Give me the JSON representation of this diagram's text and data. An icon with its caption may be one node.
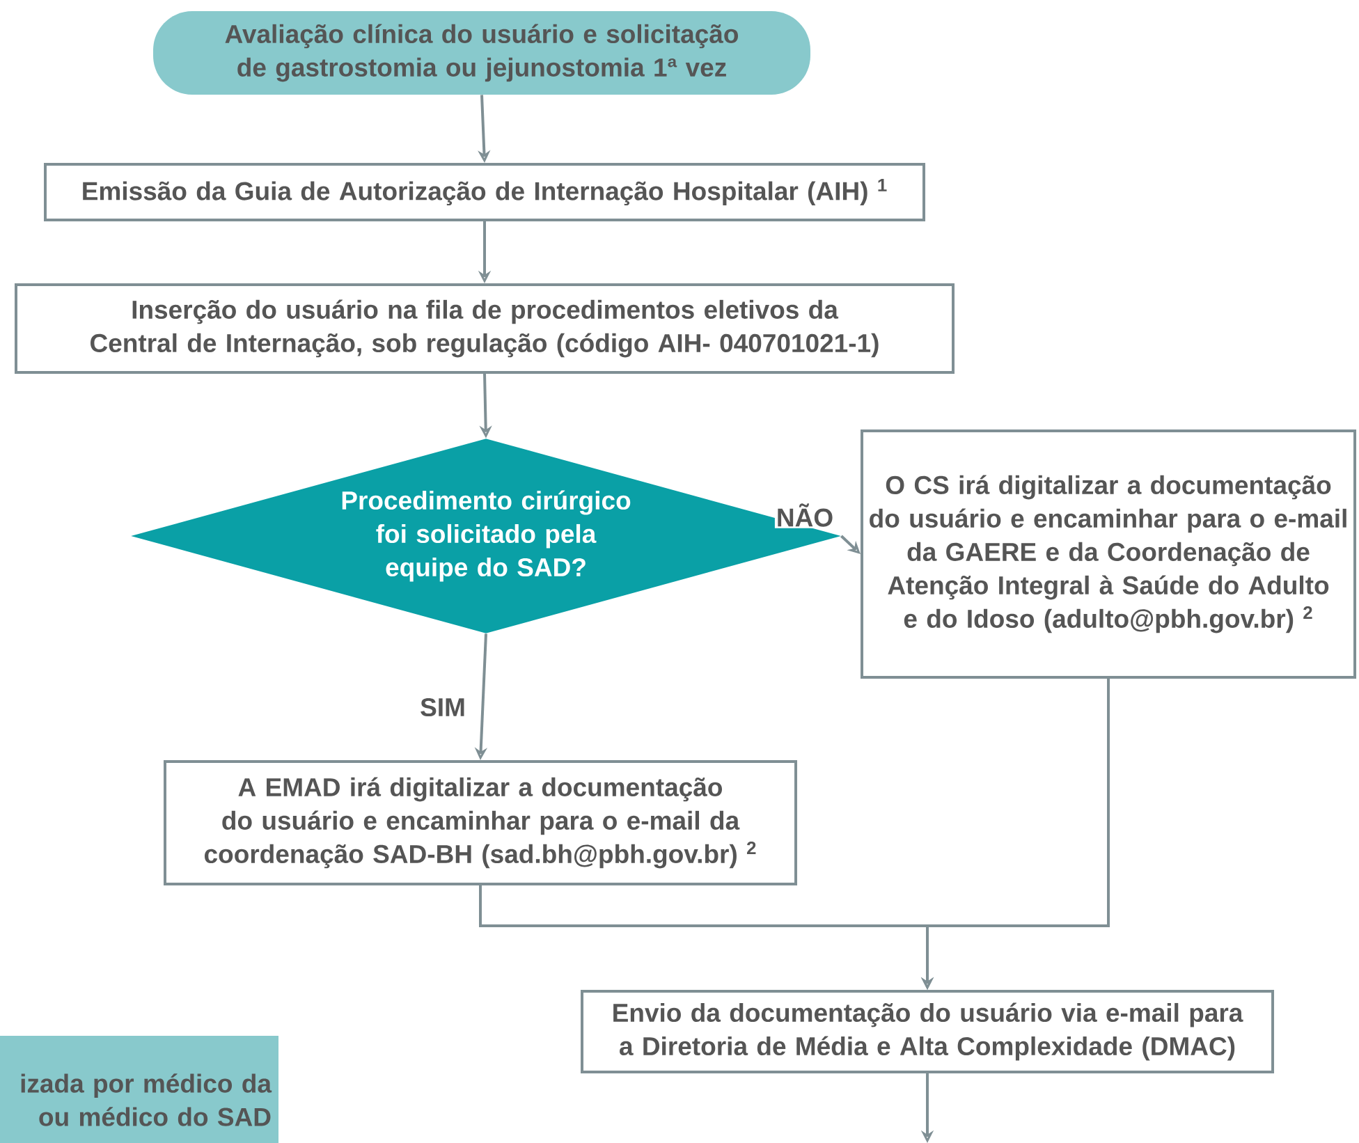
{
  "diagram": {
    "nodes": [
      {
        "text": [
          "Avaliação clínica do usuário e solicitação de gastrostomia ou jejunostomia 1ª vez"
        ]
      },
      {
        "text": [
          "Emissão da Guia de Autorização de Internação Hospitalar (AIH) $^{1}$"
        ]
      },
      {
        "text": [
          "Inserção do usuário na fila de procedimentos eletivos da Central de Internação, sob regulação (código AIH- 040701021-1)"
        ]
      },
      {
        "text": [
          "Procedimento cirúrgico foi solicitado pela equipe do SAD?"
        ]
      },
      {
        "text": [
          "O CS irá digitalizar a documentação do usuário e encaminhar para o e-mail da GAERE e da Coordenação de Atenção Integral à Saúde do Adulto e do Idoso (adulto@pbh.gov.br) $^{2}$"
        ]
      },
      {
        "text": [
          "A EMAD irá digitalizar a documentação do usuário e encaminhar para o e-mail da coordenação SAD-BH (sad.bh@pbh.gov.br) $^{2}$"
        ]
      },
      {
        "text": [
          "Envio da documentação do usuário via e-mail para a Diretoria de Média e Alta Complexidade (DMAC)"
        ]
      },
      {
        "text": [
          "izada por médico da ou médico do SAD"
        ]
      }
    ],
    "edges": [
      {
        "from": 0,
        "to": 1,
        "arrow": "to"
      },
      {
        "from": 1,
        "to": 2,
        "arrow": "to"
      },
      {
        "from": 2,
        "to": 3,
        "arrow": "to"
      },
      {
        "from": 3,
        "to": 4,
        "arrow": "to",
        "label": "NÃO"
      },
      {
        "from": 3,
        "to": 5,
        "arrow": "to",
        "label": "SIM"
      },
      {
        "from": 5,
        "to": 6,
        "arrow": "to"
      },
      {
        "from": 4,
        "to": 6,
        "arrow": "to"
      },
      {
        "from": 6,
        "to": null,
        "arrow": "to"
      }
    ]
  }
}
